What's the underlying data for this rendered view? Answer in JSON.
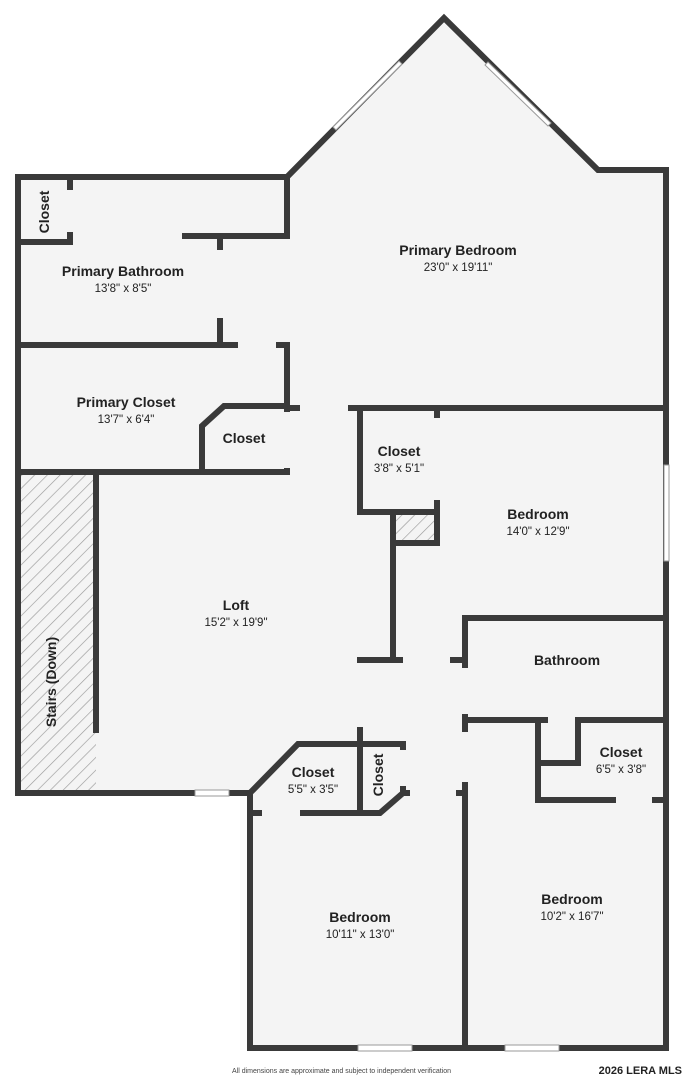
{
  "rooms": {
    "primary_bedroom": {
      "name": "Primary Bedroom",
      "dims": "23'0\" x 19'11\""
    },
    "primary_bathroom": {
      "name": "Primary Bathroom",
      "dims": "13'8\" x 8'5\""
    },
    "primary_closet": {
      "name": "Primary Closet",
      "dims": "13'7\" x 6'4\""
    },
    "closet_top_left": {
      "name": "Closet"
    },
    "closet_small_mid": {
      "name": "Closet"
    },
    "closet_center": {
      "name": "Closet",
      "dims": "3'8\" x 5'1\""
    },
    "bedroom_right": {
      "name": "Bedroom",
      "dims": "14'0\" x 12'9\""
    },
    "loft": {
      "name": "Loft",
      "dims": "15'2\" x 19'9\""
    },
    "stairs": {
      "name": "Stairs (Down)"
    },
    "bathroom": {
      "name": "Bathroom"
    },
    "closet_right": {
      "name": "Closet",
      "dims": "6'5\" x 3'8\""
    },
    "closet_lower": {
      "name": "Closet",
      "dims": "5'5\" x 3'5\""
    },
    "closet_narrow": {
      "name": "Closet"
    },
    "bedroom_bottom_left": {
      "name": "Bedroom",
      "dims": "10'11\" x 13'0\""
    },
    "bedroom_bottom_right": {
      "name": "Bedroom",
      "dims": "10'2\" x 16'7\""
    }
  },
  "footer": {
    "disclaimer": "All dimensions are approximate and subject to independent verification",
    "copyright": "2026 LERA MLS"
  }
}
